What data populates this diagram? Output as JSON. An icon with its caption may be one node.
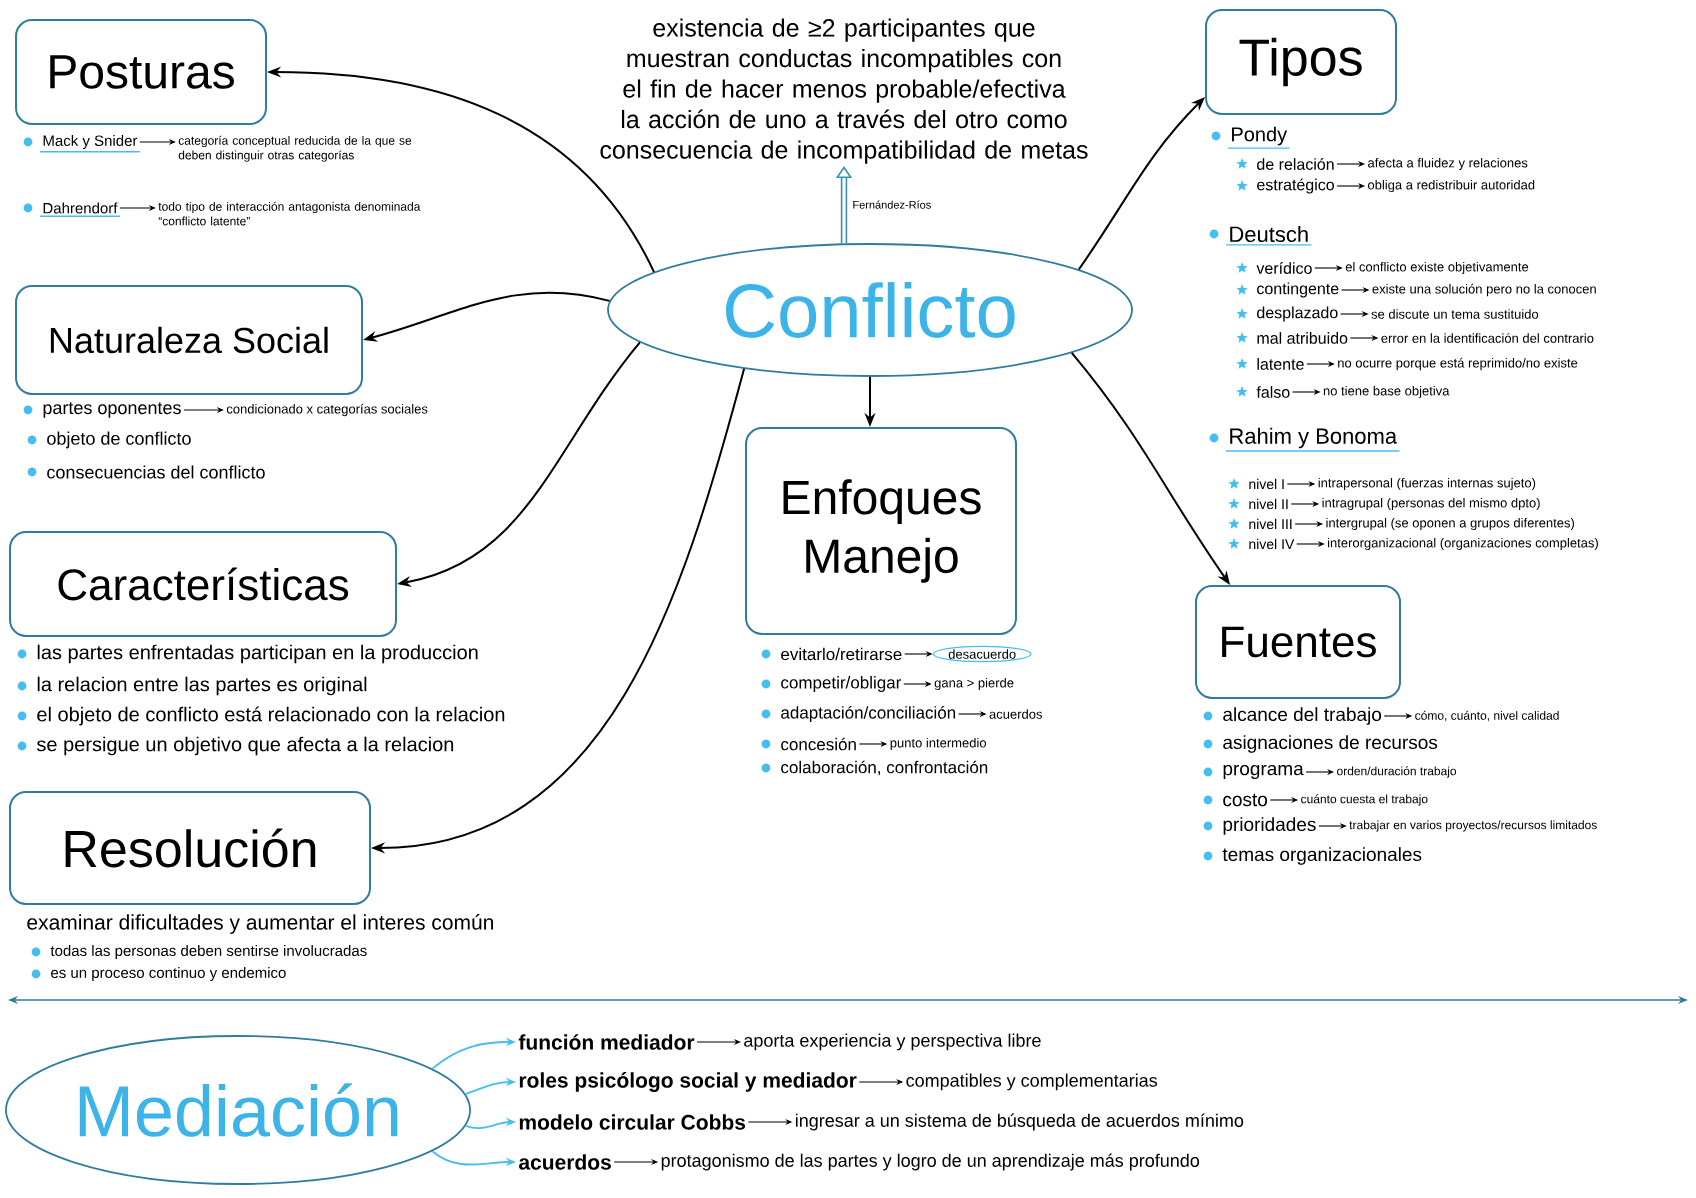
{
  "diagram": {
    "nodes": [
      {
        "text": [
          "Conflicto"
        ]
      },
      {
        "text": [
          "existencia de ≥2 participantes que muestran conductas incompatibles con el fin de hacer menos probable/efectiva la acción de uno a través del otro como consecuencia de incompatibilidad de metas"
        ]
      },
      {
        "text": [
          "Posturas"
        ]
      },
      {
        "text": [
          "Mack y Snider"
        ]
      },
      {
        "text": [
          "categoría conceptual reducida de la que se deben distinguir otras categorías"
        ]
      },
      {
        "text": [
          "Dahrendorf"
        ]
      },
      {
        "text": [
          "todo tipo de interacción antagonista denominada “conflicto latente”"
        ]
      },
      {
        "text": [
          "Naturaleza Social"
        ]
      },
      {
        "text": [
          "partes oponentes"
        ]
      },
      {
        "text": [
          "condicionado x categorías sociales"
        ]
      },
      {
        "text": [
          "Características"
        ]
      },
      {
        "text": [
          "Resolución"
        ]
      },
      {
        "text": [
          "Tipos"
        ]
      },
      {
        "text": [
          "de relación"
        ]
      },
      {
        "text": [
          "afecta a fluidez y relaciones"
        ]
      },
      {
        "text": [
          "estratégico"
        ]
      },
      {
        "text": [
          "obliga a redistribuir autoridad"
        ]
      },
      {
        "text": [
          "verídico"
        ]
      },
      {
        "text": [
          "el conflicto existe objetivamente"
        ]
      },
      {
        "text": [
          "contingente"
        ]
      },
      {
        "text": [
          "existe una solución pero no la conocen"
        ]
      },
      {
        "text": [
          "desplazado"
        ]
      },
      {
        "text": [
          "se discute un tema sustituido"
        ]
      },
      {
        "text": [
          "mal atribuido"
        ]
      },
      {
        "text": [
          "error en la identificación del contrario"
        ]
      },
      {
        "text": [
          "latente"
        ]
      },
      {
        "text": [
          "no ocurre porque está reprimido/no existe"
        ]
      },
      {
        "text": [
          "falso"
        ]
      },
      {
        "text": [
          "no tiene base objetiva"
        ]
      },
      {
        "text": [
          "nivel I"
        ]
      },
      {
        "text": [
          "intrapersonal (fuerzas internas sujeto)"
        ]
      },
      {
        "text": [
          "nivel II"
        ]
      },
      {
        "text": [
          "intragrupal (personas del mismo dpto)"
        ]
      },
      {
        "text": [
          "nivel III"
        ]
      },
      {
        "text": [
          "intergrupal (se oponen a grupos diferentes)"
        ]
      },
      {
        "text": [
          "nivel IV"
        ]
      },
      {
        "text": [
          "interorganizacional (organizaciones completas)"
        ]
      },
      {
        "text": [
          "Enfoques Manejo"
        ]
      },
      {
        "text": [
          "evitarlo/retirarse"
        ]
      },
      {
        "text": [
          "desacuerdo"
        ]
      },
      {
        "text": [
          "competir/obligar"
        ]
      },
      {
        "text": [
          "gana > pierde"
        ]
      },
      {
        "text": [
          "adaptación/conciliación"
        ]
      },
      {
        "text": [
          "acuerdos"
        ]
      },
      {
        "text": [
          "concesión"
        ]
      },
      {
        "text": [
          "punto intermedio"
        ]
      },
      {
        "text": [
          "Fuentes"
        ]
      },
      {
        "text": [
          "alcance del trabajo"
        ]
      },
      {
        "text": [
          "cómo, cuánto, nivel calidad"
        ]
      },
      {
        "text": [
          "programa"
        ]
      },
      {
        "text": [
          "orden/duración trabajo"
        ]
      },
      {
        "text": [
          "costo"
        ]
      },
      {
        "text": [
          "cuánto cuesta el trabajo"
        ]
      },
      {
        "text": [
          "prioridades"
        ]
      },
      {
        "text": [
          "trabajar en varios proyectos/recursos limitados"
        ]
      },
      {
        "text": [
          "Mediación"
        ]
      },
      {
        "text": [
          "función mediador"
        ]
      },
      {
        "text": [
          "aporta experiencia y perspectiva libre"
        ]
      },
      {
        "text": [
          "roles psicólogo social y mediador"
        ]
      },
      {
        "text": [
          "compatibles y complementarias"
        ]
      },
      {
        "text": [
          "modelo circular Cobbs"
        ]
      },
      {
        "text": [
          "ingresar a un sistema de búsqueda de acuerdos mínimo"
        ]
      },
      {
        "text": [
          "acuerdos"
        ]
      },
      {
        "text": [
          "protagonismo de las partes y logro de un aprendizaje más profundo"
        ]
      }
    ],
    "edges": [
      {
        "from": 0,
        "to": 1,
        "arrow": "to",
        "label": "Fernández-Ríos",
        "style": "thick",
        "color": "#3a8fb7"
      },
      {
        "from": 0,
        "to": 2,
        "arrow": "to"
      },
      {
        "from": 0,
        "to": 7,
        "arrow": "to"
      },
      {
        "from": 0,
        "to": 10,
        "arrow": "to"
      },
      {
        "from": 0,
        "to": 11,
        "arrow": "to"
      },
      {
        "from": 0,
        "to": 12,
        "arrow": "to"
      },
      {
        "from": 0,
        "to": 37,
        "arrow": "to"
      },
      {
        "from": 0,
        "to": 46,
        "arrow": "to"
      },
      {
        "from": 3,
        "to": 4,
        "arrow": "to"
      },
      {
        "from": 5,
        "to": 6,
        "arrow": "to"
      },
      {
        "from": 8,
        "to": 9,
        "arrow": "to"
      },
      {
        "from": 13,
        "to": 14,
        "arrow": "to"
      },
      {
        "from": 15,
        "to": 16,
        "arrow": "to"
      },
      {
        "from": 17,
        "to": 18,
        "arrow": "to"
      },
      {
        "from": 19,
        "to": 20,
        "arrow": "to"
      },
      {
        "from": 21,
        "to": 22,
        "arrow": "to"
      },
      {
        "from": 23,
        "to": 24,
        "arrow": "to"
      },
      {
        "from": 25,
        "to": 26,
        "arrow": "to"
      },
      {
        "from": 27,
        "to": 28,
        "arrow": "to"
      },
      {
        "from": 29,
        "to": 30,
        "arrow": "to"
      },
      {
        "from": 31,
        "to": 32,
        "arrow": "to"
      },
      {
        "from": 33,
        "to": 34,
        "arrow": "to"
      },
      {
        "from": 35,
        "to": 36,
        "arrow": "to"
      },
      {
        "from": 38,
        "to": 39,
        "arrow": "to"
      },
      {
        "from": 40,
        "to": 41,
        "arrow": "to"
      },
      {
        "from": 42,
        "to": 43,
        "arrow": "to"
      },
      {
        "from": 44,
        "to": 45,
        "arrow": "to"
      },
      {
        "from": 47,
        "to": 48,
        "arrow": "to"
      },
      {
        "from": 49,
        "to": 50,
        "arrow": "to"
      },
      {
        "from": 51,
        "to": 52,
        "arrow": "to"
      },
      {
        "from": 53,
        "to": 54,
        "arrow": "to"
      },
      {
        "from": 55,
        "to": 56,
        "arrow": "to",
        "color": "#45bdf0"
      },
      {
        "from": 55,
        "to": 58,
        "arrow": "to",
        "color": "#45bdf0"
      },
      {
        "from": 55,
        "to": 60,
        "arrow": "to",
        "color": "#45bdf0"
      },
      {
        "from": 55,
        "to": 62,
        "arrow": "to",
        "color": "#45bdf0"
      },
      {
        "from": 56,
        "to": 57,
        "arrow": "to"
      },
      {
        "from": 58,
        "to": 59,
        "arrow": "to"
      },
      {
        "from": 60,
        "to": 61,
        "arrow": "to"
      },
      {
        "from": 62,
        "to": 63,
        "arrow": "to"
      }
    ],
    "labels": [
      "objeto de conflicto",
      "consecuencias del conflicto",
      "las partes enfrentadas participan en la produccion",
      "la relacion entre las partes es original",
      "el objeto de conflicto está relacionado con la relacion",
      "se persigue un objetivo que afecta a la relacion",
      "examinar dificultades y aumentar el interes común",
      "todas las personas deben sentirse involucradas",
      "es un proceso continuo y endemico",
      "Pondy",
      "Deutsch",
      "Rahim y Bonoma",
      "colaboración, confrontación",
      "asignaciones de recursos",
      "temas organizacionales"
    ]
  }
}
